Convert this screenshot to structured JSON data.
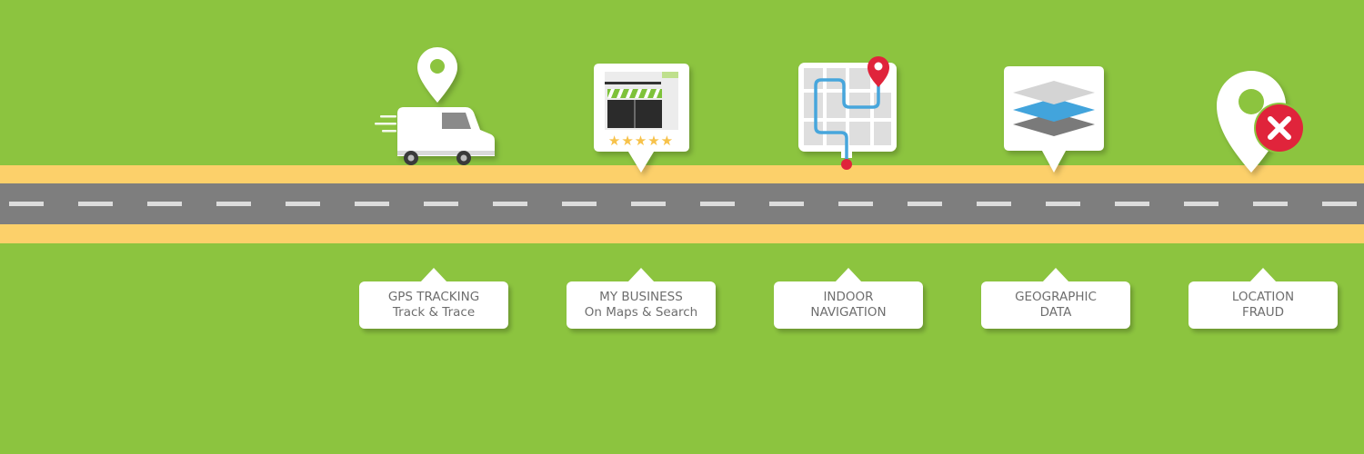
{
  "colors": {
    "grass": "#8cc43f",
    "road_edge": "#fcd06a",
    "road": "#7e7e7e",
    "lane_mark": "#dcdcdc",
    "label_text": "#6e6e6e",
    "pin_red": "#e0243b",
    "route_blue": "#47a6dc"
  },
  "milestones": [
    {
      "icon": "delivery-van-icon",
      "title": "GPS TRACKING",
      "subtitle": "Track & Trace"
    },
    {
      "icon": "storefront-rating-icon",
      "title": "MY BUSINESS",
      "subtitle": "On Maps & Search"
    },
    {
      "icon": "indoor-map-icon",
      "title": "INDOOR",
      "subtitle": "NAVIGATION"
    },
    {
      "icon": "map-layers-icon",
      "title": "GEOGRAPHIC",
      "subtitle": "DATA"
    },
    {
      "icon": "location-fraud-pin-icon",
      "title": "LOCATION",
      "subtitle": "FRAUD"
    }
  ],
  "business_rating": {
    "stars": 5,
    "max": 5,
    "glyph": "★★★★★"
  }
}
